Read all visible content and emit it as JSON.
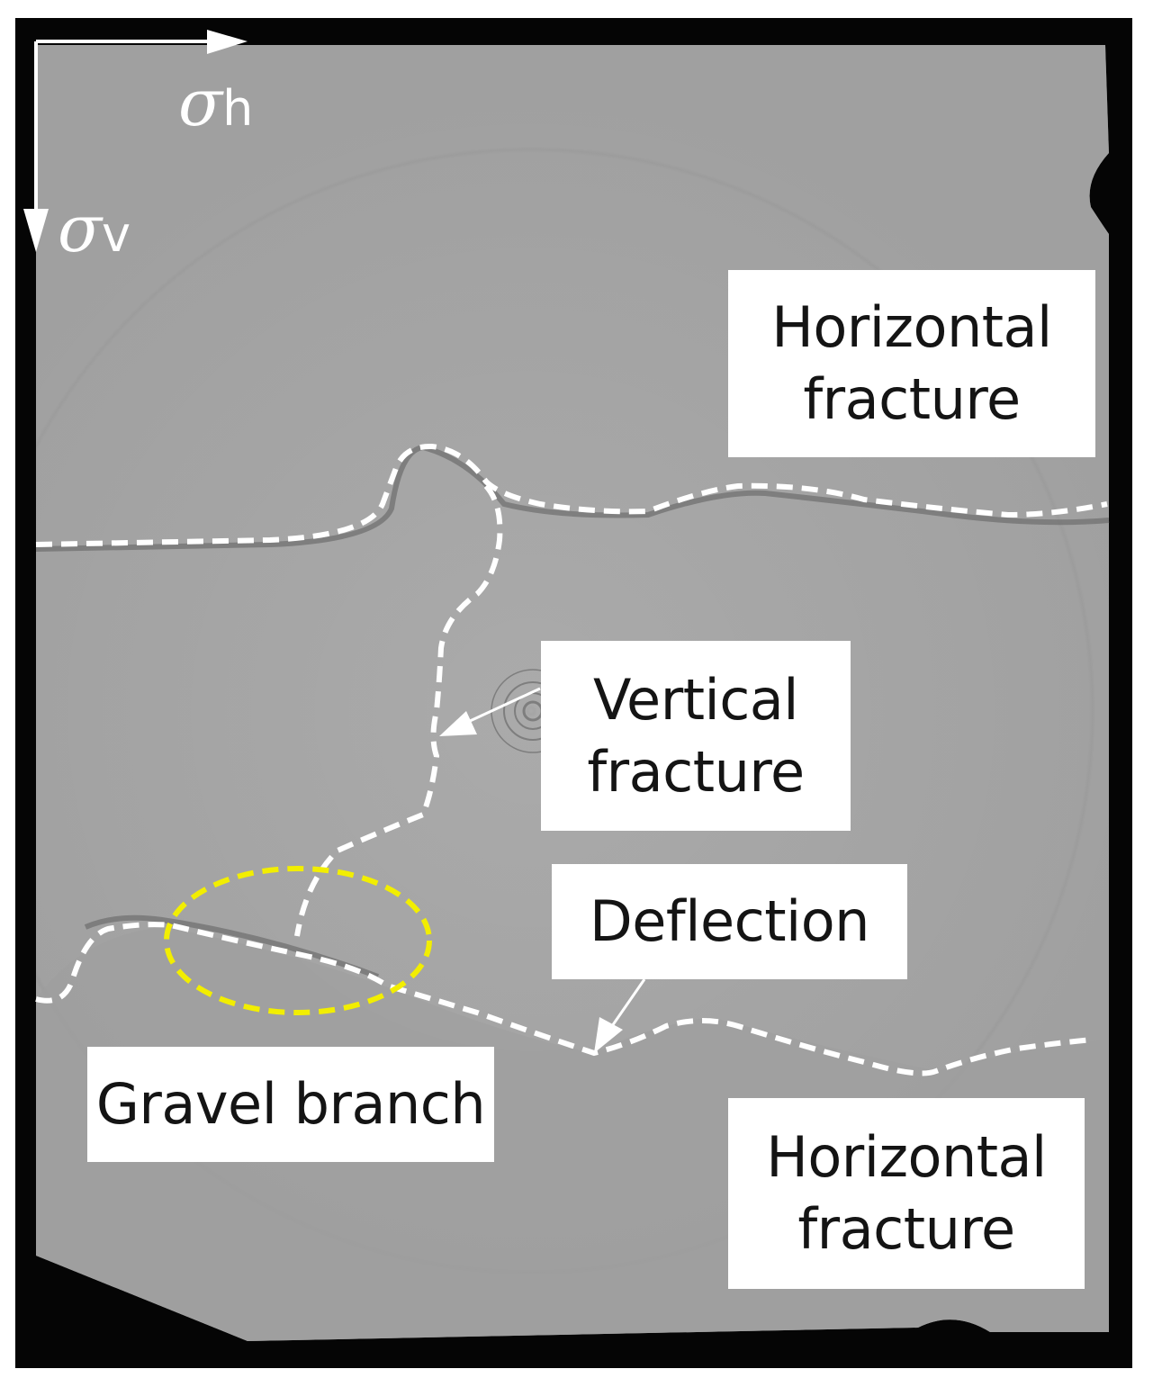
{
  "figure": {
    "background_color": "#a9a9a9",
    "frame_color": "#050505",
    "fracture_line_color": "#ffffff",
    "highlight_color": "#f2ee00",
    "label_bg": "#ffffff",
    "label_text_color": "#141414"
  },
  "stress_axes": {
    "horizontal": {
      "symbol": "σ",
      "subscript": "h"
    },
    "vertical": {
      "symbol": "σ",
      "subscript": "v"
    }
  },
  "labels": {
    "horizontal_fracture_top": {
      "line1": "Horizontal",
      "line2": "fracture"
    },
    "vertical_fracture": {
      "line1": "Vertical",
      "line2": "fracture"
    },
    "deflection": {
      "text": "Deflection"
    },
    "gravel_branch": {
      "text": "Gravel branch"
    },
    "horizontal_fracture_bottom": {
      "line1": "Horizontal",
      "line2": "fracture"
    }
  }
}
